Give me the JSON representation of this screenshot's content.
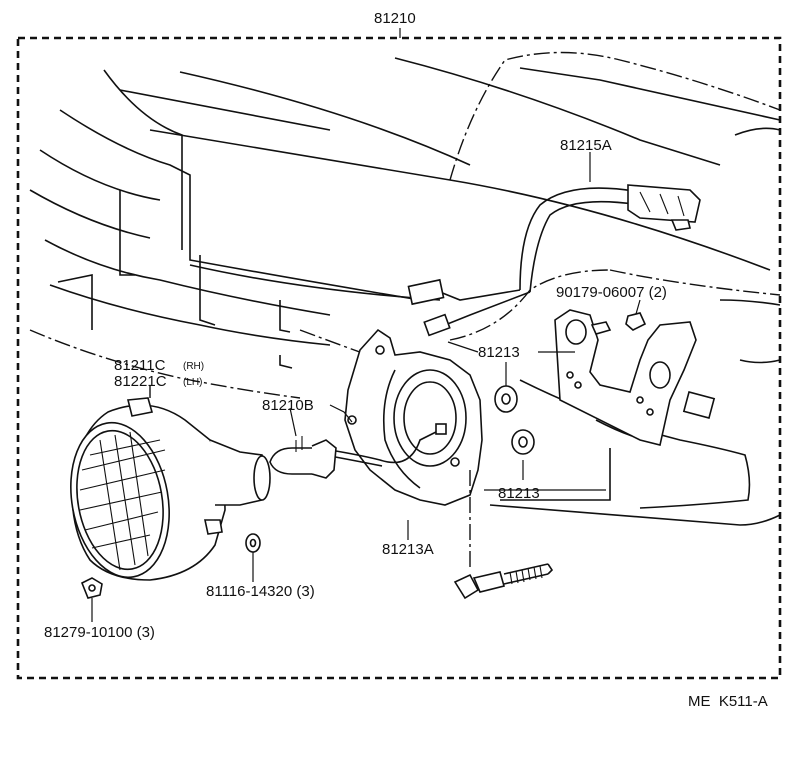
{
  "diagram": {
    "assembly_number": "81210",
    "labels": {
      "harness": "81215A",
      "nut_qty": "90179-06007 (2)",
      "grommet_upper": "81213",
      "lamp_rh": "81211C",
      "lamp_rh_side": "(RH)",
      "lamp_lh": "81221C",
      "lamp_lh_side": "(LH)",
      "bulb": "81210B",
      "grommet_lower": "81213",
      "socket_harness": "81213A",
      "screw_qty": "81116-14320 (3)",
      "bolt_qty": "81279-10100 (3)"
    },
    "footer_code": "ME  K511-A"
  }
}
